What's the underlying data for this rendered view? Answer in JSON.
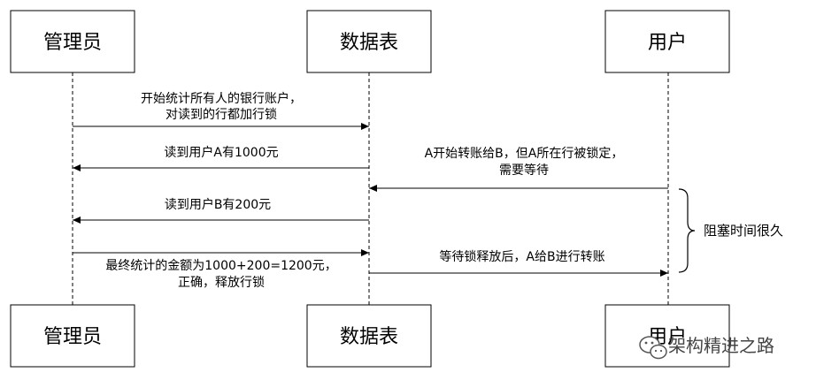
{
  "actors": {
    "admin": "管理员",
    "table": "数据表",
    "user": "用户"
  },
  "messages": {
    "m1_line1": "开始统计所有人的银行账户，",
    "m1_line2": "对读到的行都加行锁",
    "m2": "读到用户A有1000元",
    "m3_line1": "A开始转账给B，但A所在行被锁定，",
    "m3_line2": "需要等待",
    "m4": "读到用户B有200元",
    "m5_line1": "最终统计的金额为1000+200=1200元，",
    "m5_line2": "正确，释放行锁",
    "m6": "等待锁释放后，A给B进行转账"
  },
  "note": {
    "blocking": "阻塞时间很久"
  },
  "watermark": {
    "text": "架构精进之路",
    "icon": "wechat-icon"
  },
  "colors": {
    "stroke": "#000000",
    "background": "#ffffff",
    "watermark": "#444444"
  }
}
